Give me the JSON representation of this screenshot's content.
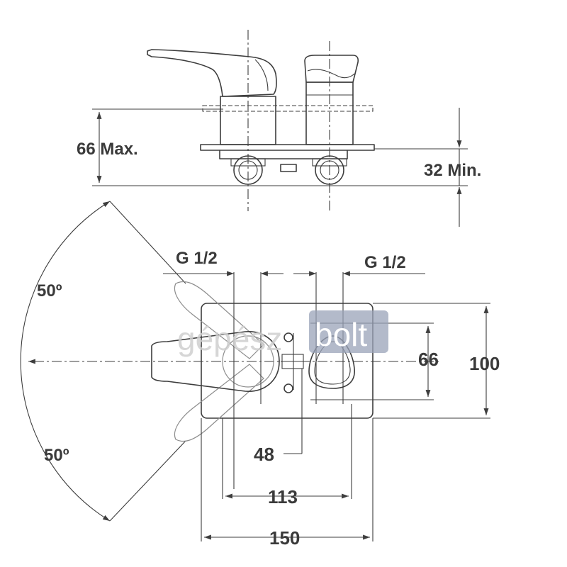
{
  "dimensions": {
    "height_max": "66 Max.",
    "height_min": "32 Min.",
    "angle_upper": "50º",
    "angle_lower": "50º",
    "inlet_left": "G 1/2",
    "inlet_right": "G 1/2",
    "plate_inner_height": "66",
    "plate_height": "100",
    "offset": "48",
    "inlet_spacing": "113",
    "plate_width": "150"
  },
  "watermark": {
    "left": "gépész",
    "right": "bolt"
  },
  "colors": {
    "line": "#3d3d3d",
    "text": "#3a3a3a",
    "watermark_box": "#9aa3b8"
  }
}
